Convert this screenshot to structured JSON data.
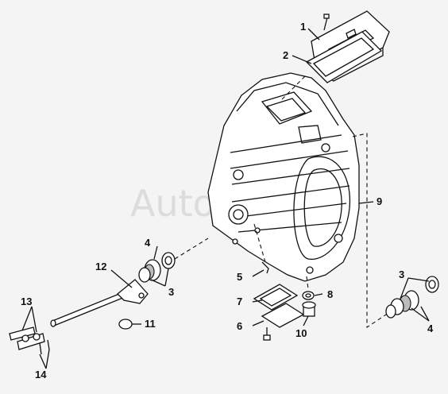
{
  "diagram": {
    "watermark": "AutoSoft",
    "callouts": [
      {
        "id": "c1",
        "text": "1"
      },
      {
        "id": "c2",
        "text": "2"
      },
      {
        "id": "c3a",
        "text": "3"
      },
      {
        "id": "c3b",
        "text": "3"
      },
      {
        "id": "c4a",
        "text": "4"
      },
      {
        "id": "c4b",
        "text": "4"
      },
      {
        "id": "c5",
        "text": "5"
      },
      {
        "id": "c6",
        "text": "6"
      },
      {
        "id": "c7",
        "text": "7"
      },
      {
        "id": "c8",
        "text": "8"
      },
      {
        "id": "c9",
        "text": "9"
      },
      {
        "id": "c10",
        "text": "10"
      },
      {
        "id": "c11",
        "text": "11"
      },
      {
        "id": "c12",
        "text": "12"
      },
      {
        "id": "c13",
        "text": "13"
      },
      {
        "id": "c14",
        "text": "14"
      }
    ]
  }
}
